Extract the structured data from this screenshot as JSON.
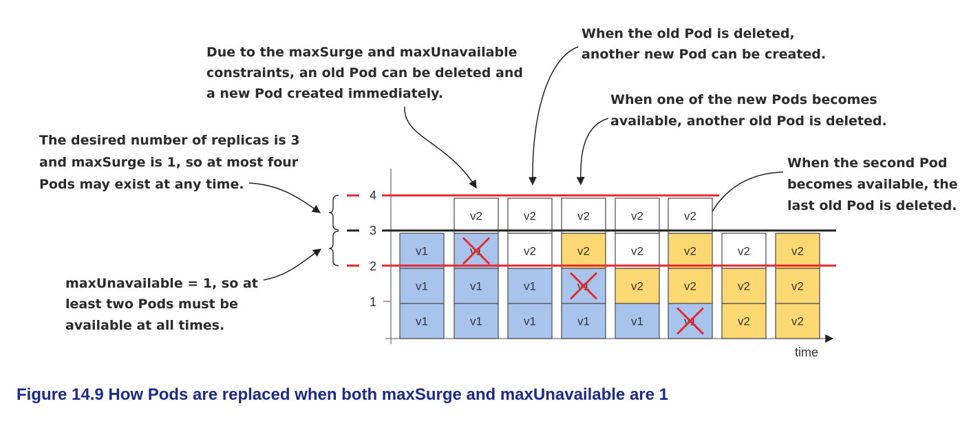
{
  "annotations": {
    "replicas_line1": "The desired number of replicas is 3",
    "replicas_line2": "and maxSurge is 1, so at most four",
    "replicas_line3": "Pods may exist at any time.",
    "unavailable_line1": "maxUnavailable = 1, so at",
    "unavailable_line2": "least two Pods must be",
    "unavailable_line3": "available at all times.",
    "immediate_line1": "Due to the maxSurge and maxUnavailable",
    "immediate_line2": "constraints, an old Pod can be deleted and",
    "immediate_line3": "a new Pod created immediately.",
    "old_deleted_line1": "When the old Pod is deleted,",
    "old_deleted_line2": "another new Pod can be created.",
    "new_available_line1": "When one of the new Pods becomes",
    "new_available_line2": "available, another old Pod is deleted.",
    "second_pod_line1": "When the second Pod",
    "second_pod_line2": "becomes available, the",
    "second_pod_line3": "last old Pod is deleted."
  },
  "y_ticks": [
    "1",
    "2",
    "3",
    "4"
  ],
  "x_axis_label": "time",
  "caption": "Figure 14.9 How Pods are replaced when both maxSurge and maxUnavailable are 1",
  "colors": {
    "v1_fill": "#a9c4ec",
    "v2_available_fill": "#fcd872",
    "v2_new_fill": "#ffffff",
    "limit_line": "#e8262b",
    "desired_line": "#222222",
    "delete_mark": "#e8262b",
    "caption": "#1b2a8f"
  },
  "timeline": [
    [
      {
        "label": "v1",
        "state": "v1"
      },
      {
        "label": "v1",
        "state": "v1"
      },
      {
        "label": "v1",
        "state": "v1"
      }
    ],
    [
      {
        "label": "v1",
        "state": "v1"
      },
      {
        "label": "v1",
        "state": "v1"
      },
      {
        "label": "v1",
        "state": "v1-deleted"
      },
      {
        "label": "v2",
        "state": "v2-new"
      }
    ],
    [
      {
        "label": "v1",
        "state": "v1"
      },
      {
        "label": "v1",
        "state": "v1"
      },
      {
        "label": "v2",
        "state": "v2-new"
      },
      {
        "label": "v2",
        "state": "v2-new"
      }
    ],
    [
      {
        "label": "v1",
        "state": "v1"
      },
      {
        "label": "v1",
        "state": "v1-deleted"
      },
      {
        "label": "v2",
        "state": "v2-available"
      },
      {
        "label": "v2",
        "state": "v2-new"
      }
    ],
    [
      {
        "label": "v1",
        "state": "v1"
      },
      {
        "label": "v2",
        "state": "v2-available"
      },
      {
        "label": "v2",
        "state": "v2-new"
      },
      {
        "label": "v2",
        "state": "v2-new"
      }
    ],
    [
      {
        "label": "v1",
        "state": "v1-deleted"
      },
      {
        "label": "v2",
        "state": "v2-available"
      },
      {
        "label": "v2",
        "state": "v2-available"
      },
      {
        "label": "v2",
        "state": "v2-new"
      }
    ],
    [
      {
        "label": "v2",
        "state": "v2-available"
      },
      {
        "label": "v2",
        "state": "v2-available"
      },
      {
        "label": "v2",
        "state": "v2-new"
      }
    ],
    [
      {
        "label": "v2",
        "state": "v2-available"
      },
      {
        "label": "v2",
        "state": "v2-available"
      },
      {
        "label": "v2",
        "state": "v2-available"
      }
    ]
  ]
}
